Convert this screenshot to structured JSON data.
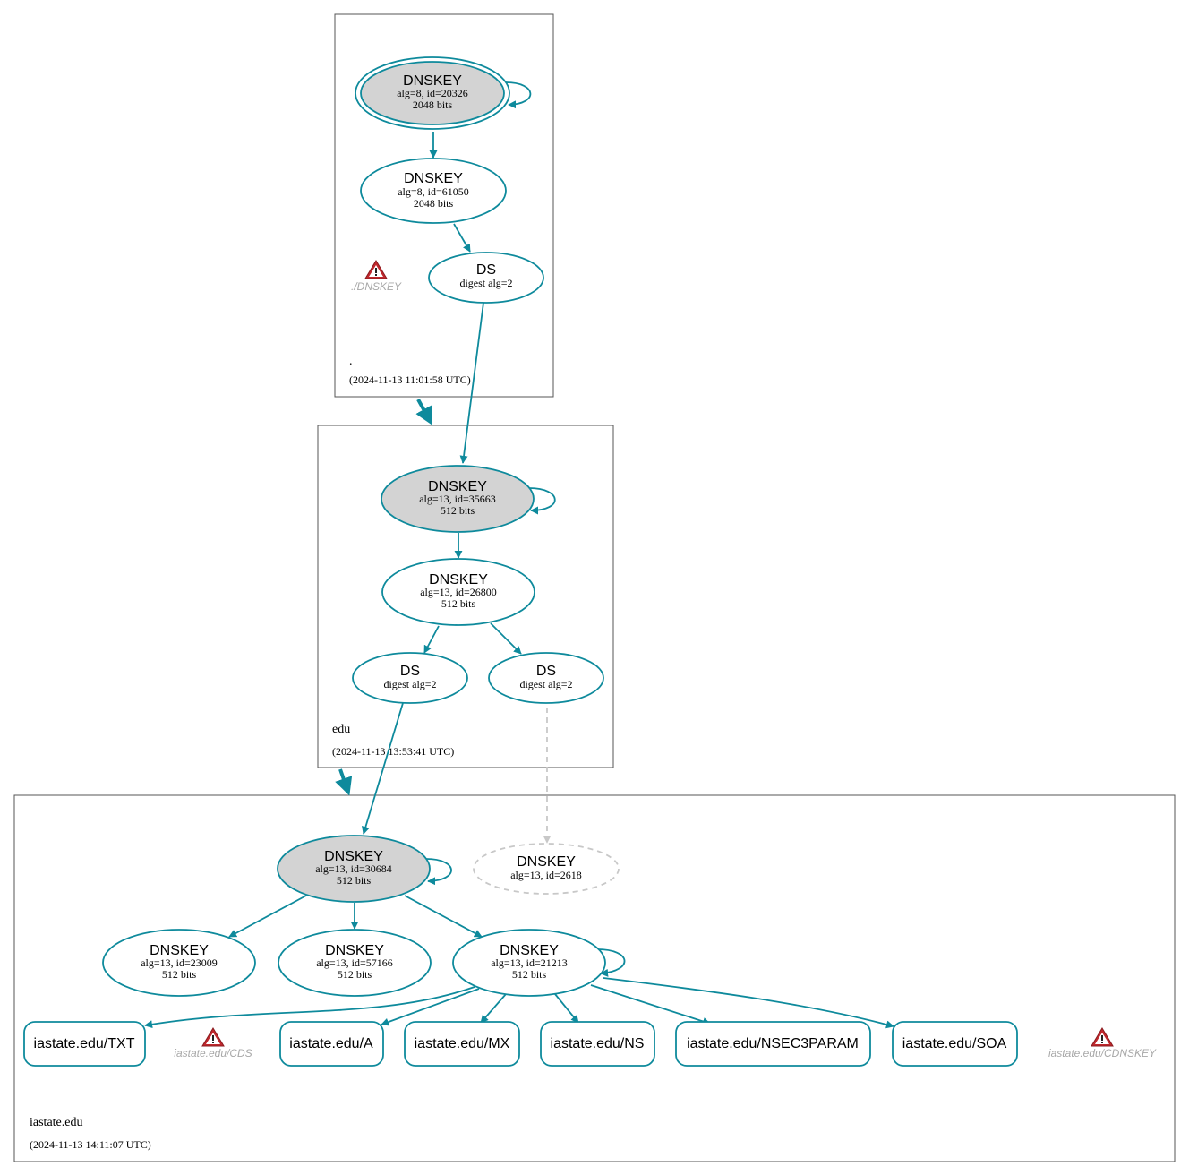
{
  "colors": {
    "edge": "#0e8a9c",
    "ksk_fill": "#d3d3d3",
    "box_stroke": "#555555",
    "missing": "#c8c8c8",
    "warn_text": "#a8a8a8",
    "warn_icon": "#c0282d"
  },
  "zones": {
    "root": {
      "name": ".",
      "time": "(2024-11-13 11:01:58 UTC)"
    },
    "edu": {
      "name": "edu",
      "time": "(2024-11-13 13:53:41 UTC)"
    },
    "iastate": {
      "name": "iastate.edu",
      "time": "(2024-11-13 14:11:07 UTC)"
    }
  },
  "nodes": {
    "root_ksk": {
      "title": "DNSKEY",
      "l1": "alg=8, id=20326",
      "l2": "2048 bits"
    },
    "root_zsk": {
      "title": "DNSKEY",
      "l1": "alg=8, id=61050",
      "l2": "2048 bits"
    },
    "root_ds": {
      "title": "DS",
      "l1": "digest alg=2"
    },
    "edu_ksk": {
      "title": "DNSKEY",
      "l1": "alg=13, id=35663",
      "l2": "512 bits"
    },
    "edu_zsk": {
      "title": "DNSKEY",
      "l1": "alg=13, id=26800",
      "l2": "512 bits"
    },
    "edu_ds1": {
      "title": "DS",
      "l1": "digest alg=2"
    },
    "edu_ds2": {
      "title": "DS",
      "l1": "digest alg=2"
    },
    "ia_ksk": {
      "title": "DNSKEY",
      "l1": "alg=13, id=30684",
      "l2": "512 bits"
    },
    "ia_missing": {
      "title": "DNSKEY",
      "l1": "alg=13, id=2618"
    },
    "ia_k1": {
      "title": "DNSKEY",
      "l1": "alg=13, id=23009",
      "l2": "512 bits"
    },
    "ia_k2": {
      "title": "DNSKEY",
      "l1": "alg=13, id=57166",
      "l2": "512 bits"
    },
    "ia_k3": {
      "title": "DNSKEY",
      "l1": "alg=13, id=21213",
      "l2": "512 bits"
    }
  },
  "rrsets": [
    "iastate.edu/TXT",
    "iastate.edu/A",
    "iastate.edu/MX",
    "iastate.edu/NS",
    "iastate.edu/NSEC3PARAM",
    "iastate.edu/SOA"
  ],
  "warnings": {
    "root_dnskey": "./DNSKEY",
    "ia_cds": "iastate.edu/CDS",
    "ia_cdnskey": "iastate.edu/CDNSKEY"
  }
}
